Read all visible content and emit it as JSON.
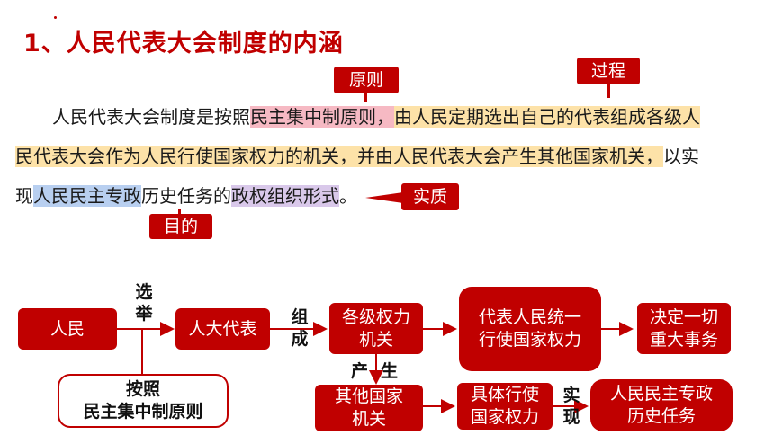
{
  "title": "1、人民代表大会制度的内涵",
  "paragraph": {
    "line1": {
      "a": "人民代表大会制度是按照",
      "b": "民主集中制原则，",
      "c": "由人民定期选出自己的代表组成各级人"
    },
    "line2": {
      "a": "民代表大会作为人民行使国家权力的机关，并由人民代表大会产生其他国家机关，",
      "b": "以实"
    },
    "line3": {
      "a": "现",
      "b": "人民民主专政",
      "c": "历史任务的",
      "d": "政权组织形式",
      "e": "。"
    }
  },
  "tags": {
    "principle": "原则",
    "process": "过程",
    "essence": "实质",
    "purpose": "目的"
  },
  "flow": {
    "people": "人民",
    "elect": [
      "选",
      "举"
    ],
    "deputies": "人大代表",
    "form": [
      "组",
      "成"
    ],
    "organs": [
      "各级权力",
      "机关"
    ],
    "represent": [
      "代表人民统一",
      "行使国家权力"
    ],
    "decide": [
      "决定一切",
      "重大事务"
    ],
    "produce": [
      "产",
      "生"
    ],
    "other": [
      "其他国家",
      "机关"
    ],
    "exercise": [
      "具体行使",
      "国家权力"
    ],
    "realize": [
      "实",
      "现"
    ],
    "dictatorship": [
      "人民民主专政",
      "历史任务"
    ],
    "according": [
      "按照",
      "民主集中制原则"
    ]
  },
  "colors": {
    "accent": "#c00000",
    "pink": "#f6b9c3",
    "yellow": "#fde2a8",
    "blue": "#b8cff0",
    "purple": "#d9c8ea"
  }
}
